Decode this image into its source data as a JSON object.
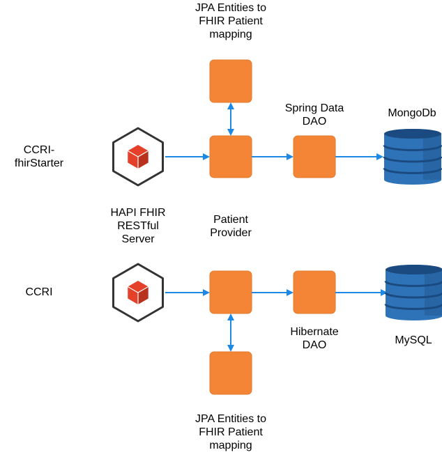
{
  "colors": {
    "box_fill": "#F58536",
    "box_stroke": "#E07A2E",
    "arrow": "#1E88E5",
    "cube_red": "#E5412A",
    "cube_red_dark": "#B9321E",
    "hexagon_stroke": "#333333",
    "db_blue": "#2E73B8",
    "db_blue_dark": "#1A4A80"
  },
  "labels": {
    "ccri_fhirstarter": [
      "CCRI-",
      "fhirStarter"
    ],
    "ccri": [
      "CCRI"
    ],
    "jpa_top": [
      "JPA Entities to",
      "FHIR Patient",
      "mapping"
    ],
    "jpa_bottom": [
      "JPA Entities to",
      "FHIR Patient",
      "mapping"
    ],
    "hapi": [
      "HAPI FHIR",
      "RESTful",
      "Server"
    ],
    "patient_provider": [
      "Patient",
      "Provider"
    ],
    "spring_dao": [
      "Spring Data",
      "DAO"
    ],
    "hibernate_dao": [
      "Hibernate",
      "DAO"
    ],
    "mongodb": [
      "MongoDb"
    ],
    "mysql": [
      "MySQL"
    ]
  },
  "icons": {
    "server": "hexagon-cube-icon",
    "component": "orange-box-icon",
    "database": "database-cylinder-icon"
  }
}
